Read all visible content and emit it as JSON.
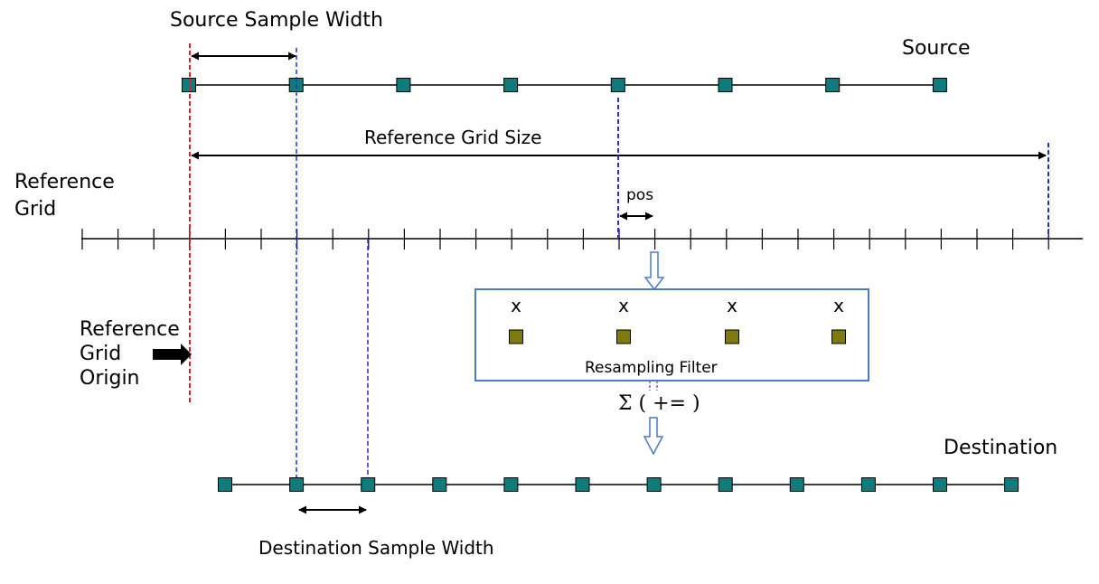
{
  "labels": {
    "source_sample_width": "Source Sample Width",
    "source": "Source",
    "reference_grid_size": "Reference Grid Size",
    "reference_grid_line1": "Reference",
    "reference_grid_line2": "Grid",
    "pos": "pos",
    "origin_line1": "Reference",
    "origin_line2": "Grid",
    "origin_line3": "Origin",
    "resampling_filter": "Resampling Filter",
    "sum": "Σ ( += )",
    "destination": "Destination",
    "destination_sample_width": "Destination Sample Width"
  },
  "filter_taps": [
    "x",
    "x",
    "x",
    "x"
  ],
  "colors": {
    "sample_fill": "#0f7b7b",
    "filter_tap_fill": "#7f7a10",
    "origin_line": "#dd2222",
    "guide_line": "#2233cc",
    "filter_box": "#4a7ac8",
    "line": "#000000"
  }
}
